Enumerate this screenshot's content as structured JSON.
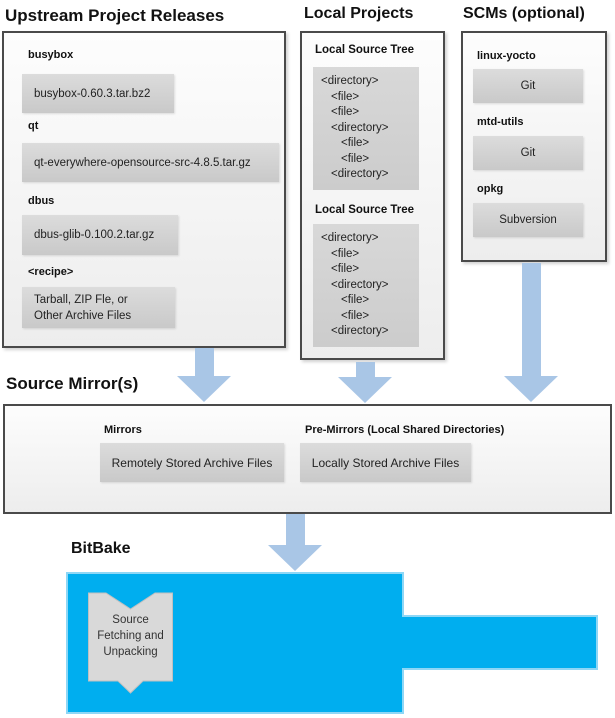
{
  "colors": {
    "bitbake_blue": "#00aeef",
    "bitbake_edge": "#8ed7f6",
    "arrow_blue": "#a9c6e6",
    "item_box_gray": "#d4d4d4",
    "panel_border": "#4a4a4a"
  },
  "upstream": {
    "title": "Upstream Project Releases",
    "items": [
      {
        "label": "busybox",
        "value": "busybox-0.60.3.tar.bz2"
      },
      {
        "label": "qt",
        "value": "qt-everywhere-opensource-src-4.8.5.tar.gz"
      },
      {
        "label": "dbus",
        "value": "dbus-glib-0.100.2.tar.gz"
      },
      {
        "label": "<recipe>",
        "value": "Tarball, ZIP Fle, or\nOther Archive Files"
      }
    ]
  },
  "local": {
    "title": "Local Projects",
    "groups": [
      {
        "label": "Local Source Tree",
        "tree": [
          {
            "text": "<directory>",
            "level": 0
          },
          {
            "text": "<file>",
            "level": 1
          },
          {
            "text": "<file>",
            "level": 1
          },
          {
            "text": "<directory>",
            "level": 1
          },
          {
            "text": "<file>",
            "level": 2
          },
          {
            "text": "<file>",
            "level": 2
          },
          {
            "text": "<directory>",
            "level": 1
          }
        ]
      },
      {
        "label": "Local Source Tree",
        "tree": [
          {
            "text": "<directory>",
            "level": 0
          },
          {
            "text": "<file>",
            "level": 1
          },
          {
            "text": "<file>",
            "level": 1
          },
          {
            "text": "<directory>",
            "level": 1
          },
          {
            "text": "<file>",
            "level": 2
          },
          {
            "text": "<file>",
            "level": 2
          },
          {
            "text": "<directory>",
            "level": 1
          }
        ]
      }
    ]
  },
  "scms": {
    "title": "SCMs (optional)",
    "items": [
      {
        "label": "linux-yocto",
        "value": "Git"
      },
      {
        "label": "mtd-utils",
        "value": "Git"
      },
      {
        "label": "opkg",
        "value": "Subversion"
      }
    ]
  },
  "mirrors": {
    "title": "Source Mirror(s)",
    "sections": [
      {
        "label": "Mirrors",
        "value": "Remotely Stored Archive Files"
      },
      {
        "label": "Pre-Mirrors (Local Shared Directories)",
        "value": "Locally Stored Archive Files"
      }
    ]
  },
  "bitbake": {
    "title": "BitBake",
    "ribbon": "Source\nFetching and\nUnpacking"
  }
}
